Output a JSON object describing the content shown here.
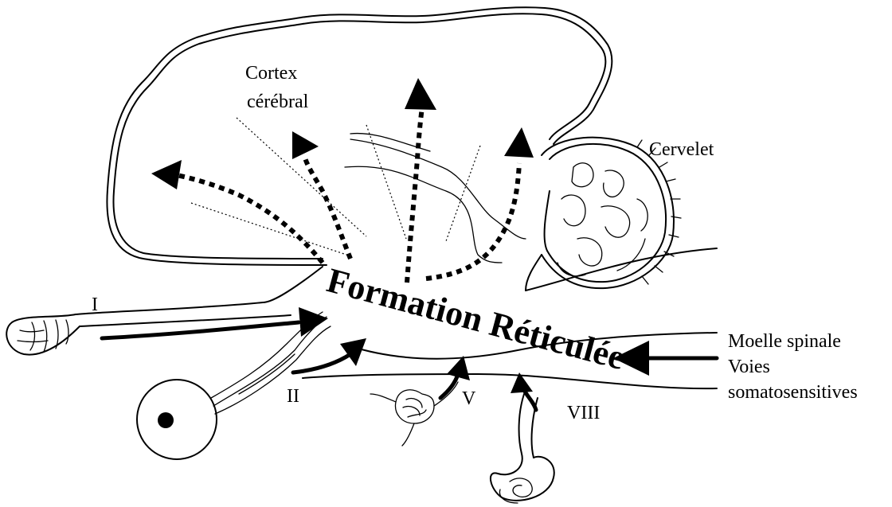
{
  "labels": {
    "cortex_line1": "Cortex",
    "cortex_line2": "cérébral",
    "cervelet": "Cervelet",
    "formation": "Formation Réticulée",
    "nerve_I": "I",
    "nerve_II": "II",
    "nerve_V": "V",
    "nerve_VIII": "VIII",
    "moelle": "Moelle spinale",
    "voies": "Voies",
    "somato": "somatosensitives"
  },
  "colors": {
    "ink": "#000000",
    "background": "#ffffff"
  }
}
